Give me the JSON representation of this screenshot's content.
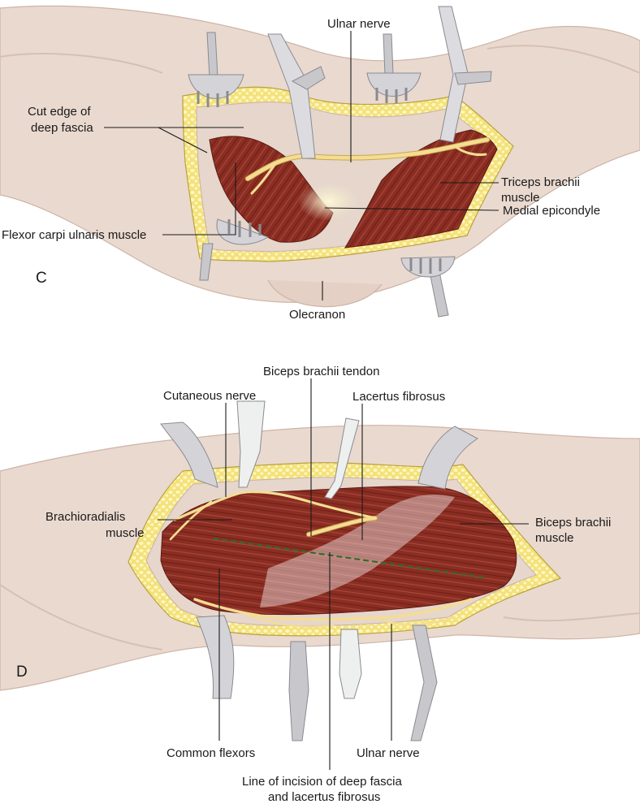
{
  "panels": [
    {
      "letter": "C",
      "labels": {
        "ulnar_nerve": "Ulnar nerve",
        "cut_edge_line1": "Cut edge of",
        "cut_edge_line2": "deep fascia",
        "triceps_line1": "Triceps brachii",
        "triceps_line2": "muscle",
        "medial_epicondyle": "Medial epicondyle",
        "fcu": "Flexor carpi ulnaris muscle",
        "olecranon": "Olecranon"
      }
    },
    {
      "letter": "D",
      "labels": {
        "biceps_tendon": "Biceps brachii tendon",
        "cutaneous_nerve": "Cutaneous nerve",
        "lacertus": "Lacertus fibrosus",
        "brachioradialis_line1": "Brachioradialis",
        "brachioradialis_line2": "muscle",
        "biceps_line1": "Biceps brachii",
        "biceps_line2": "muscle",
        "common_flexors": "Common flexors",
        "ulnar_nerve": "Ulnar nerve",
        "incision_line1": "Line of incision of deep fascia",
        "incision_line2": "and lacertus fibrosus"
      }
    }
  ],
  "colors": {
    "skin": "#ead9cf",
    "skin_shadow": "#d6c0b4",
    "fat": "#f3e27a",
    "fat_dot": "#fff6c2",
    "muscle": "#8a2d22",
    "muscle_dark": "#6e1f17",
    "muscle_stripe": "#a8473a",
    "nerve": "#f4dd93",
    "nerve_edge": "#c9a74e",
    "retractor": "#c8c8cc",
    "retractor_edge": "#8a8a90",
    "tendon": "#eef0f0",
    "incision_line": "#2f6b2a"
  }
}
